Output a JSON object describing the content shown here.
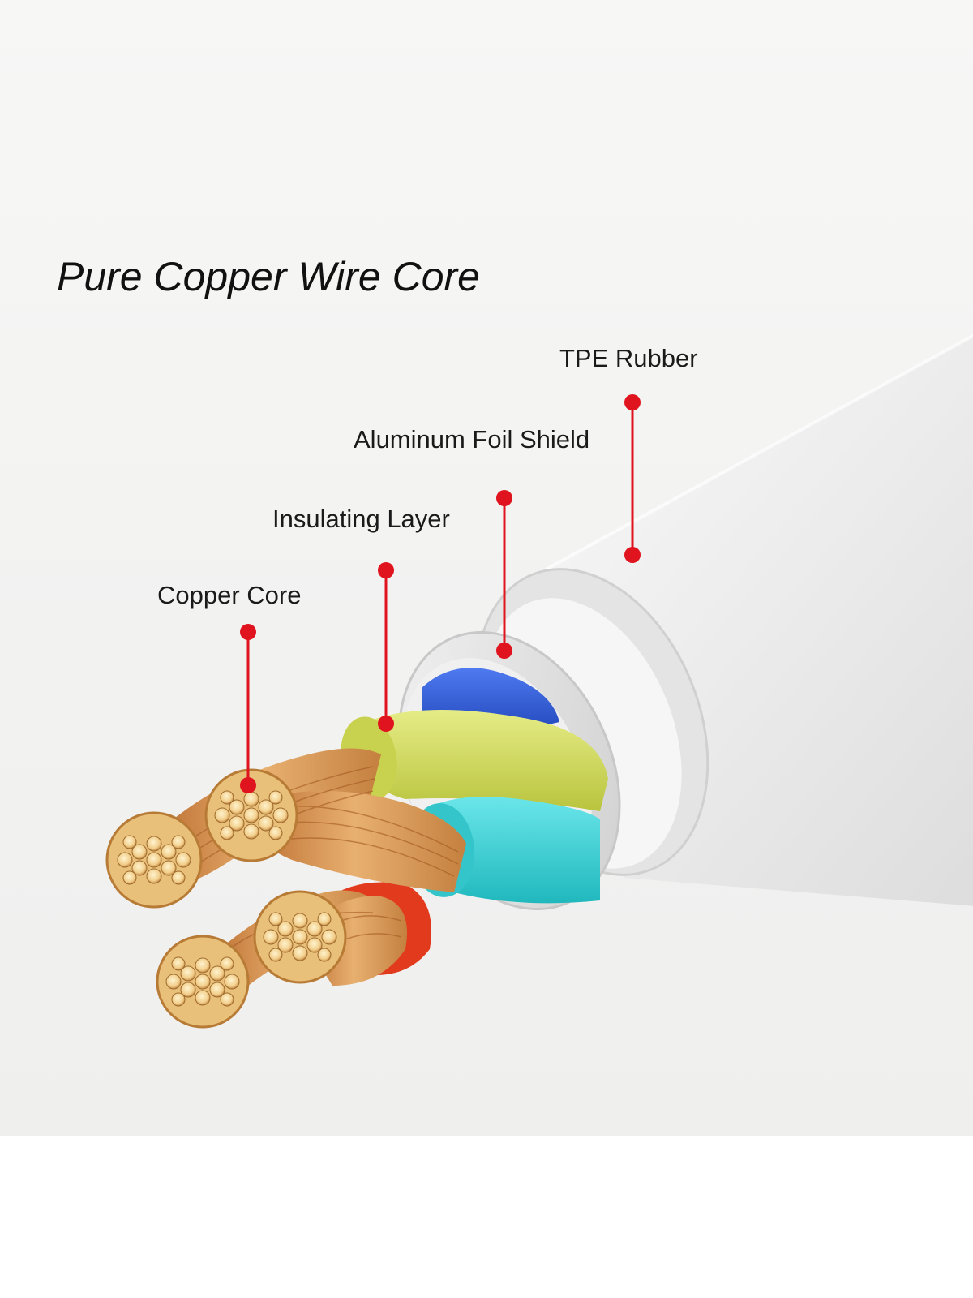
{
  "title": "Pure Copper Wire Core",
  "labels": {
    "tpe_rubber": "TPE Rubber",
    "aluminum_foil_shield": "Aluminum Foil Shield",
    "insulating_layer": "Insulating Layer",
    "copper_core": "Copper Core"
  },
  "colors": {
    "callout": "#e0141e",
    "jacket": "#f1f1f1",
    "foil": "#dcdcdc",
    "blue_insulation": "#2f5fd8",
    "yellow_insulation": "#d6df62",
    "cyan_insulation": "#3cd6da",
    "red_insulation": "#e23a1c",
    "copper": "#d99a55"
  }
}
